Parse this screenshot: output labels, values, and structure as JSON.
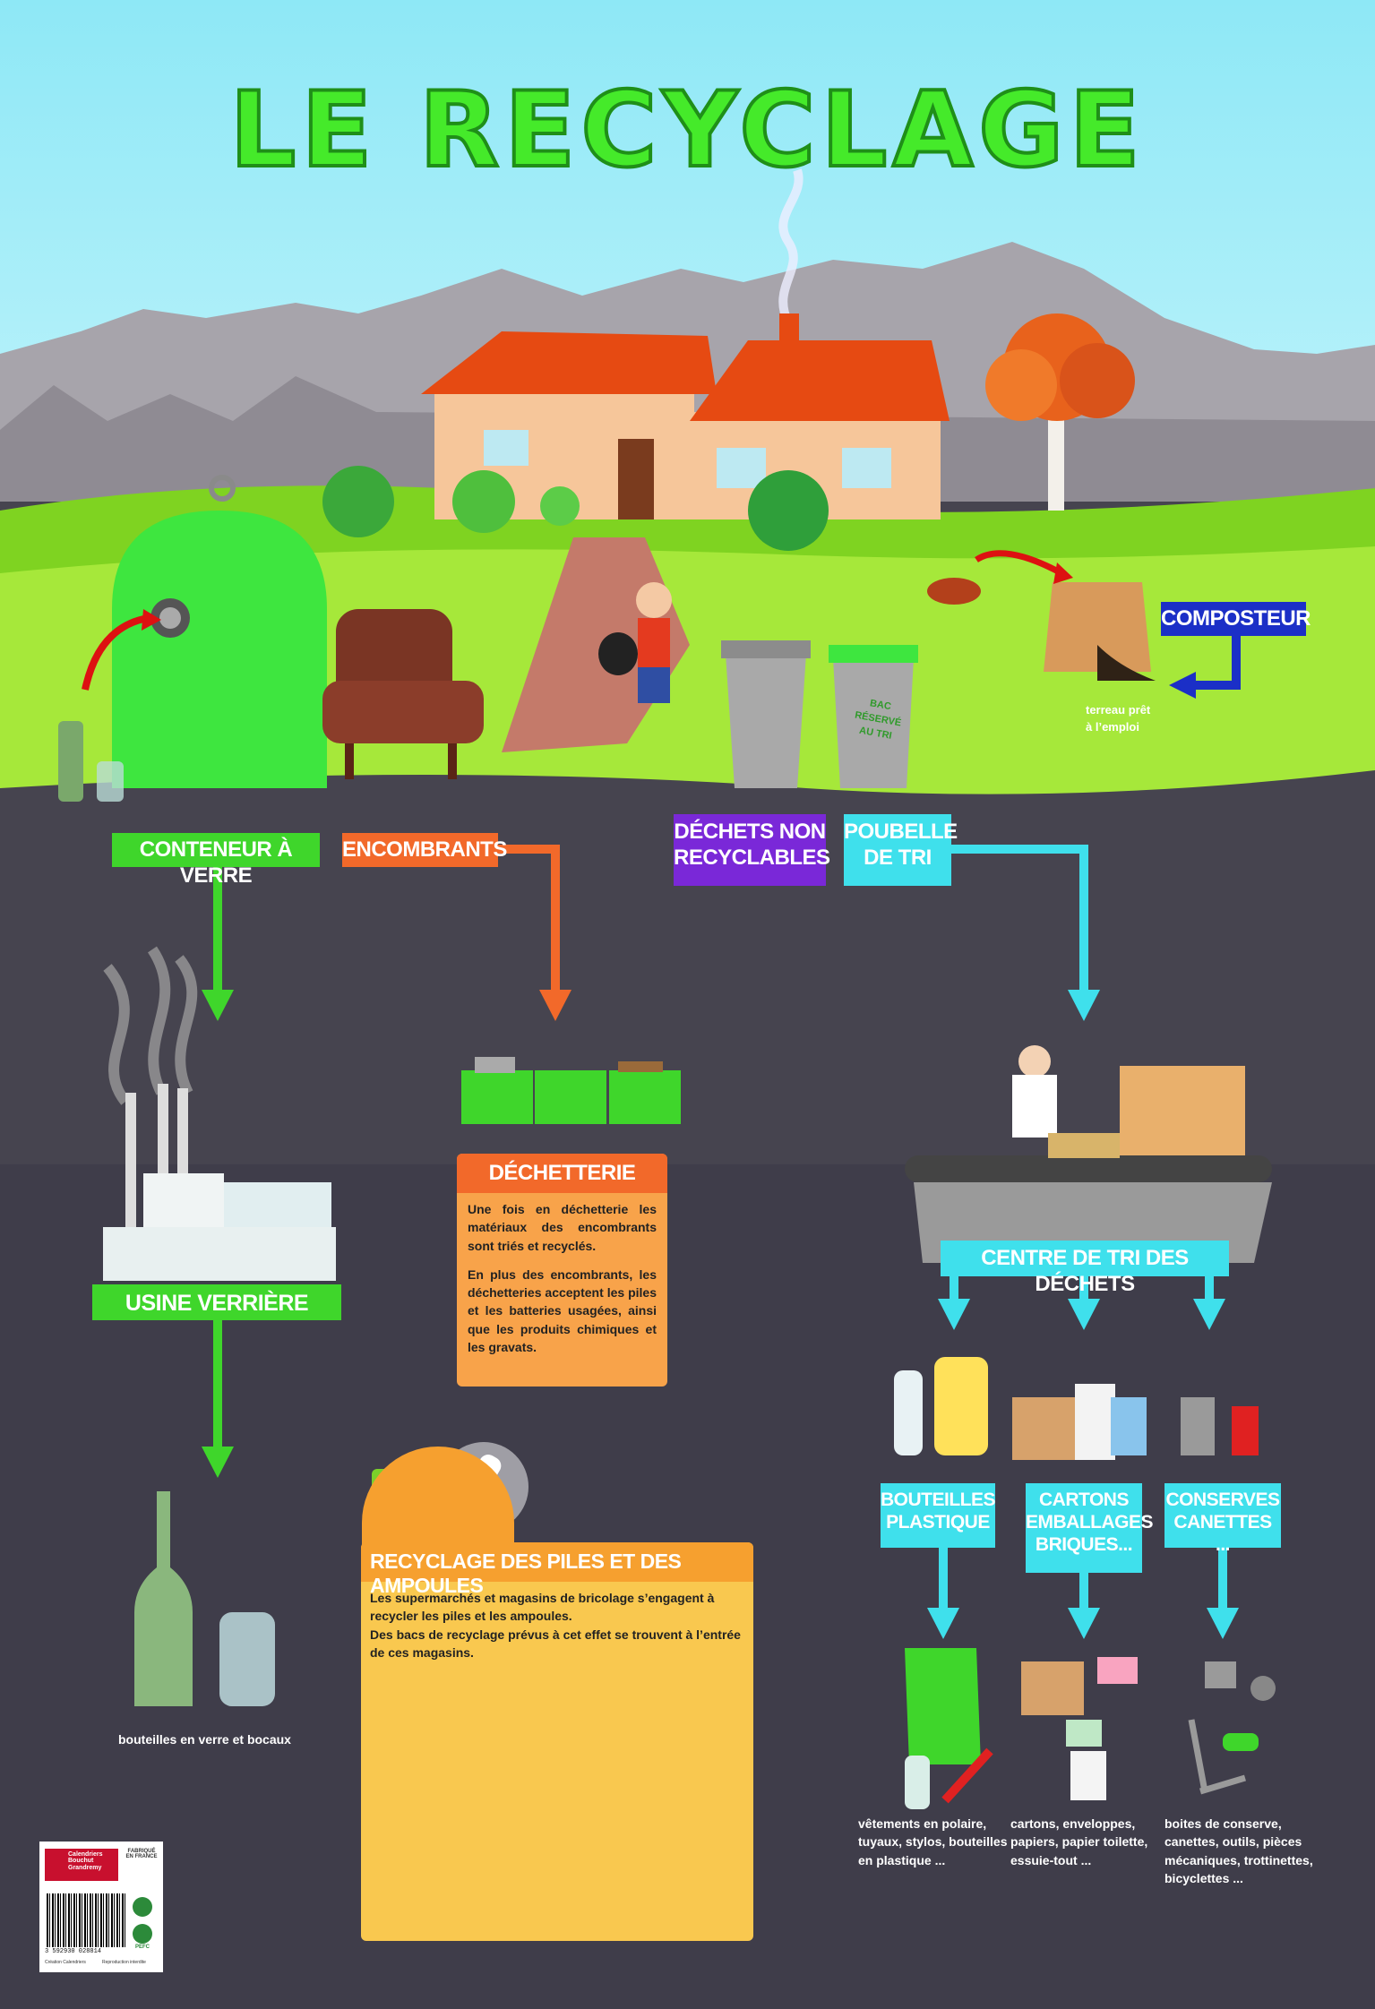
{
  "title": "LE RECYCLAGE",
  "labels": {
    "composteur": "COMPOSTEUR",
    "terreau": "terreau prêt\nà l’emploi",
    "bac": "BAC\nRÉSERVÉ\nAU TRI",
    "conteneur_verre": "CONTENEUR À VERRE",
    "encombrants": "ENCOMBRANTS",
    "dechets_non_recyclables": "DÉCHETS NON\nRECYCLABLES",
    "poubelle_tri": "POUBELLE\nDE TRI",
    "usine_verriere": "USINE VERRIÈRE",
    "centre_tri": "CENTRE DE TRI DES DÉCHETS",
    "bouteilles_plastique": "BOUTEILLES\nPLASTIQUE",
    "cartons": "CARTONS\nEMBALLAGES\nBRIQUES...",
    "conserves": "CONSERVES\nCANETTES ...",
    "bouteilles_verre_caption": "bouteilles en verre et bocaux",
    "plastique_caption": "vêtements en polaire,\ntuyaux, stylos, bouteilles\nen plastique ...",
    "cartons_caption": "cartons, enveloppes,\npapiers, papier toilette,\nessuie-tout ...",
    "conserves_caption": "boites de conserve,\ncanettes, outils, pièces\nmécaniques, trottinettes,\nbicyclettes ..."
  },
  "dechetterie": {
    "title": "DÉCHETTERIE",
    "p1": "Une fois en déchetterie les matériaux des encombrants sont triés et recyclés.",
    "p2": "En plus des encombrants, les déchetteries acceptent les piles et les batteries usagées, ainsi que les produits chimiques et les gravats."
  },
  "piles": {
    "title": "RECYCLAGE DES PILES ET DES AMPOULES",
    "p1": "Les supermarchés et magasins de bricolage s’engagent à recycler les piles et les ampoules.",
    "p2": "Des bacs de recyclage prévus à cet effet se trouvent à l’entrée de ces magasins."
  },
  "footer": {
    "brand": "Calendriers\nBouchut\nGrandremy",
    "barcode_number": "3 592930 028814",
    "pefc": "PEFC",
    "made_in_france": "FABRIQUÉ\nEN FRANCE",
    "creation": "Création Calendriers",
    "reproduction": "Reproduction interdite"
  },
  "colors": {
    "sky": "#8ee8f6",
    "grass": "#7fd321",
    "road": "#46444f",
    "green_label": "#3fd62b",
    "orange_label": "#f2692a",
    "purple_label": "#7a28d8",
    "cyan_label": "#3fe0ec",
    "blue_label": "#1b2fc7",
    "panel_orange": "#f8a34a",
    "panel_yellow": "#f9c84f"
  }
}
